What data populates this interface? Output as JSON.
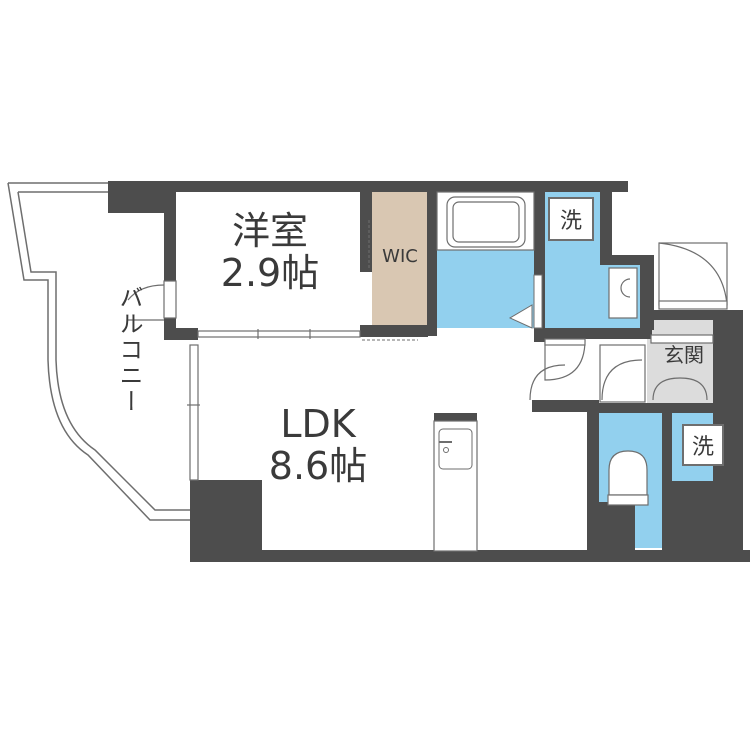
{
  "plan": {
    "layout_type": "1LDK",
    "colors": {
      "wall": "#4d4d4d",
      "wet_area": "#92d0ee",
      "wic": "#d9c7b2",
      "entrance": "#dcdcdc",
      "line": "#6e6e6e",
      "background": "#ffffff"
    },
    "rooms": {
      "western": {
        "name": "洋室",
        "size": "2.9帖"
      },
      "ldk": {
        "name": "LDK",
        "size": "8.6帖"
      },
      "wic": {
        "name": "WIC"
      },
      "entrance": {
        "name": "玄関"
      },
      "washroom": {
        "badge": "洗"
      },
      "laundry": {
        "badge": "洗"
      },
      "balcony": {
        "name": "バルコニー"
      }
    }
  }
}
